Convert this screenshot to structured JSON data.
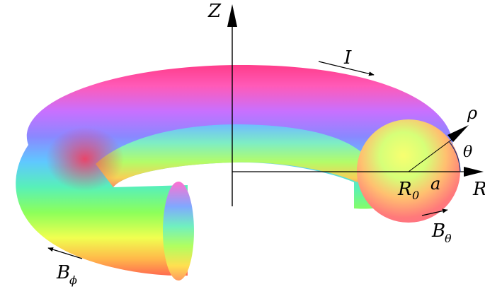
{
  "labels": {
    "z_axis": "Z",
    "r_axis": "R",
    "current": "I",
    "rho": "ρ",
    "theta": "θ",
    "minor_radius": "a",
    "major_radius_symbol": "R",
    "major_radius_sub": "0",
    "b_theta_symbol": "B",
    "b_theta_sub": "θ",
    "b_phi_symbol": "B",
    "b_phi_sub": "ϕ"
  },
  "colors": {
    "rainbow": [
      "#ff4d5e",
      "#ff66cc",
      "#b56cff",
      "#6aa8ff",
      "#45e0c8",
      "#6cff5a",
      "#f2ff4a",
      "#ffb347"
    ],
    "axis": "#000000"
  }
}
